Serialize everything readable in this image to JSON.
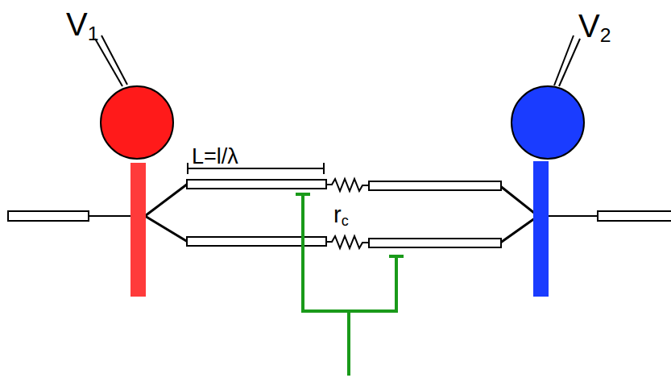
{
  "diagram": {
    "labels": [
      "V1",
      "V2",
      "L=l/λ",
      "rc"
    ]
  }
}
